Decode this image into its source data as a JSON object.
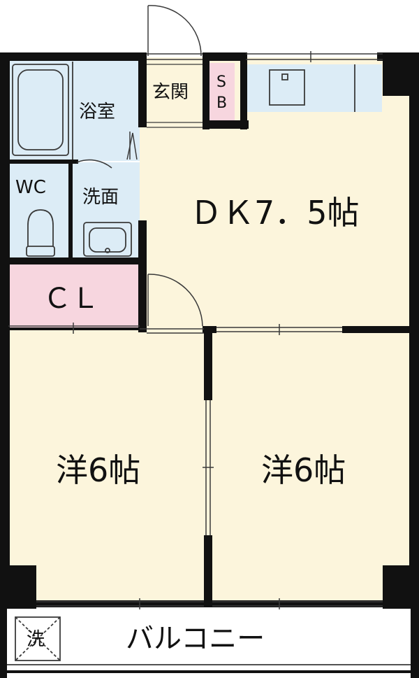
{
  "colors": {
    "wall": "#111111",
    "floor_main": "#fcf5dc",
    "wet_area": "#dcecf6",
    "closet": "#f7d6df",
    "balcony": "#ffffff",
    "fixture_stroke": "#3a3a3a",
    "thin_line": "#9a9a9a"
  },
  "labels": {
    "bath": "浴室",
    "entrance": "玄関",
    "shoe_box_top": "S",
    "shoe_box_bottom": "B",
    "wc": "WC",
    "washroom": "洗面",
    "dk": "ＤＫ7．5帖",
    "closet": "ＣＬ",
    "room_left": "洋6帖",
    "room_right": "洋6帖",
    "laundry": "洗",
    "balcony": "バルコニー"
  }
}
